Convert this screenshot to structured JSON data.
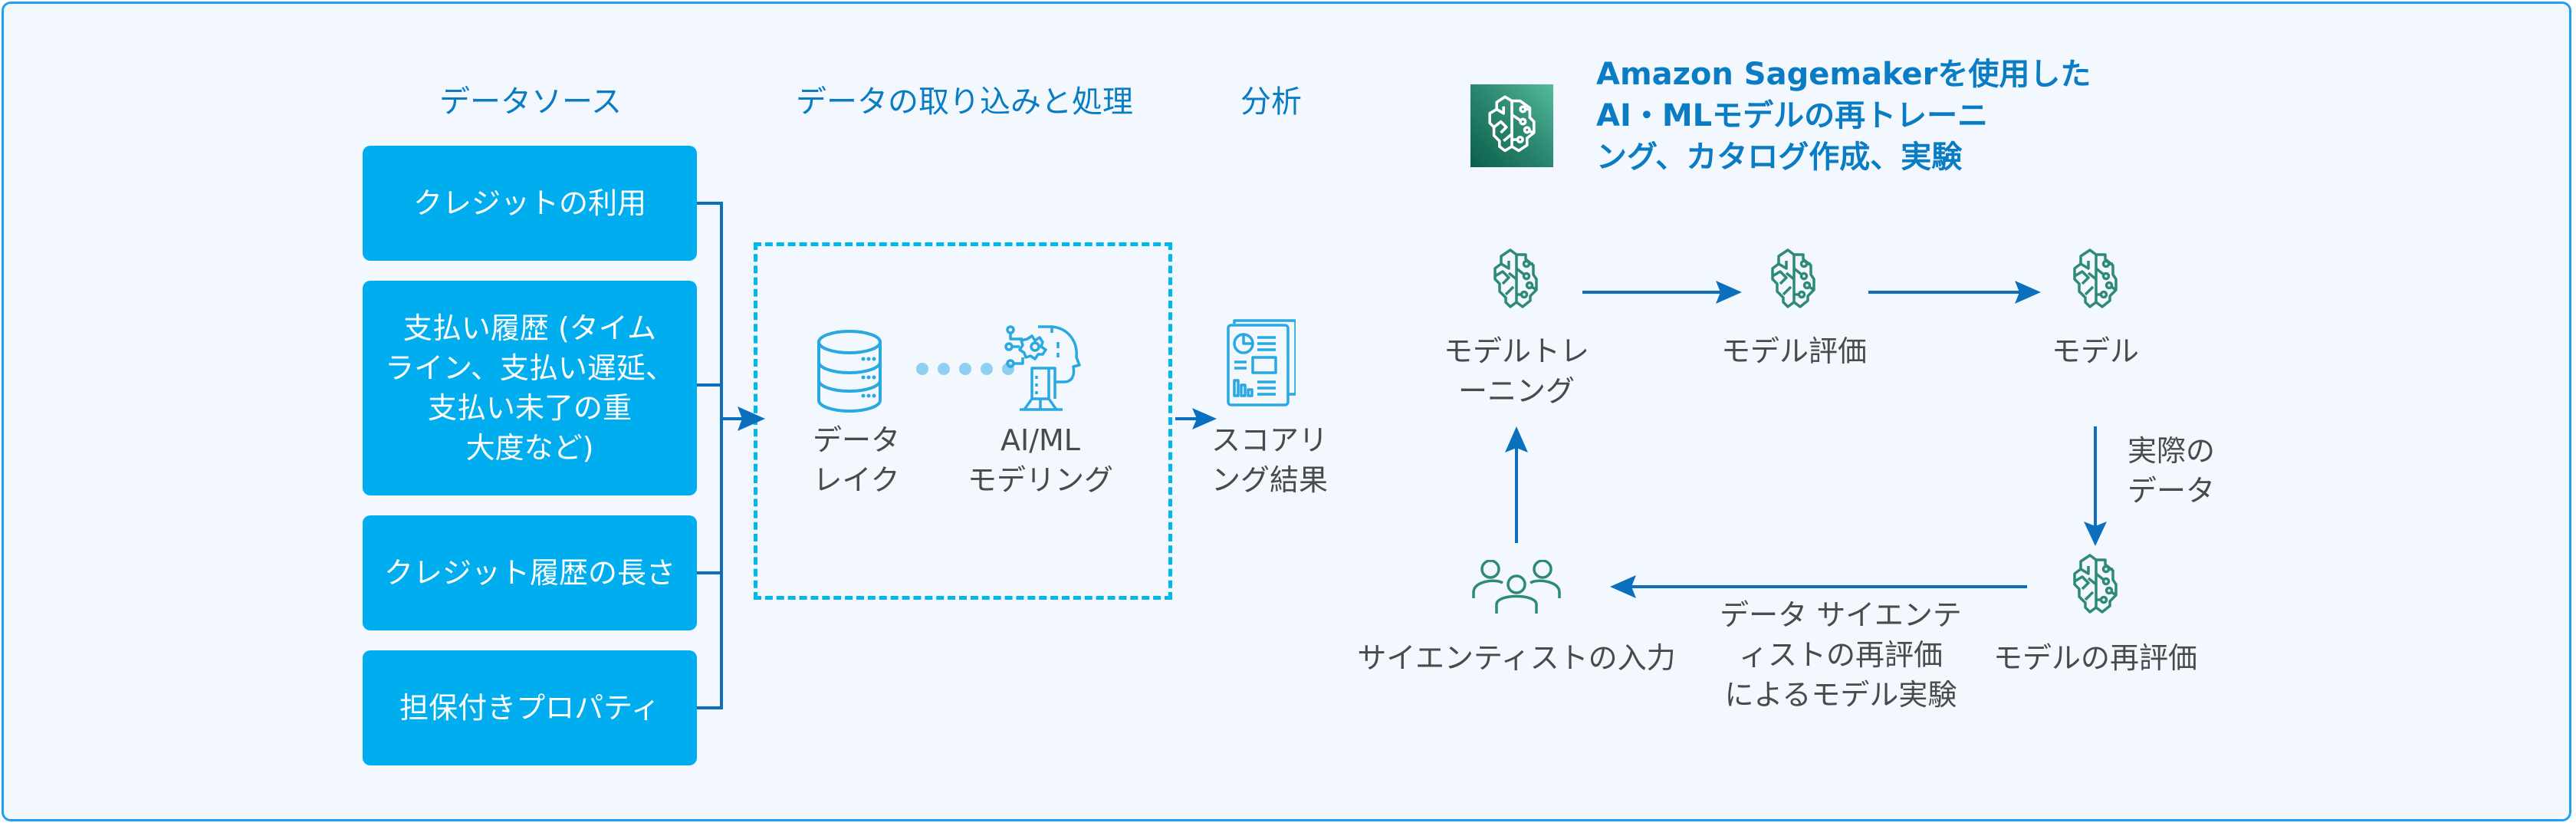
{
  "columns": {
    "data_sources": "データソース",
    "ingestion": "データの取り込みと処理",
    "analysis": "分析"
  },
  "data_sources": [
    {
      "label": "クレジットの利用"
    },
    {
      "label": "支払い履歴 (タイム\nライン、支払い遅延、\n支払い未了の重\n大度など)"
    },
    {
      "label": "クレジット履歴の長さ"
    },
    {
      "label": "担保付きプロパティ"
    }
  ],
  "pipeline": {
    "data_lake": {
      "label": "データ\nレイク",
      "icon": "database-icon"
    },
    "ai_ml": {
      "label": "AI/ML\nモデリング",
      "icon": "ai-head-gear-icon"
    },
    "scoring": {
      "label": "スコアリ\nング結果",
      "icon": "report-document-icon"
    }
  },
  "sagemaker": {
    "title": "Amazon Sagemakerを使用した\nAI・MLモデルの再トレーニ\nング、カタログ作成、実験",
    "icon": "sagemaker-brain-icon"
  },
  "cycle": {
    "training": "モデルトレ\nーニング",
    "evaluation": "モデル評価",
    "model": "モデル",
    "actual_data": "実際の\nデータ",
    "reevaluation": "モデルの再評価",
    "experiment": "データ サイエンテ\nィストの再評価\nによるモデル実験",
    "scientist_input": "サイエンティストの入力"
  },
  "colors": {
    "frame_border": "#1ea1f2",
    "background": "#f3f8fe",
    "source_box": "#00aeef",
    "title_blue": "#0a7cc4",
    "arrow_blue": "#0a6fbd",
    "dashed_border": "#00b7eb",
    "icon_light_blue": "#2aa8e0",
    "icon_green": "#2e8a73",
    "label_gray": "#4a4a4a"
  }
}
